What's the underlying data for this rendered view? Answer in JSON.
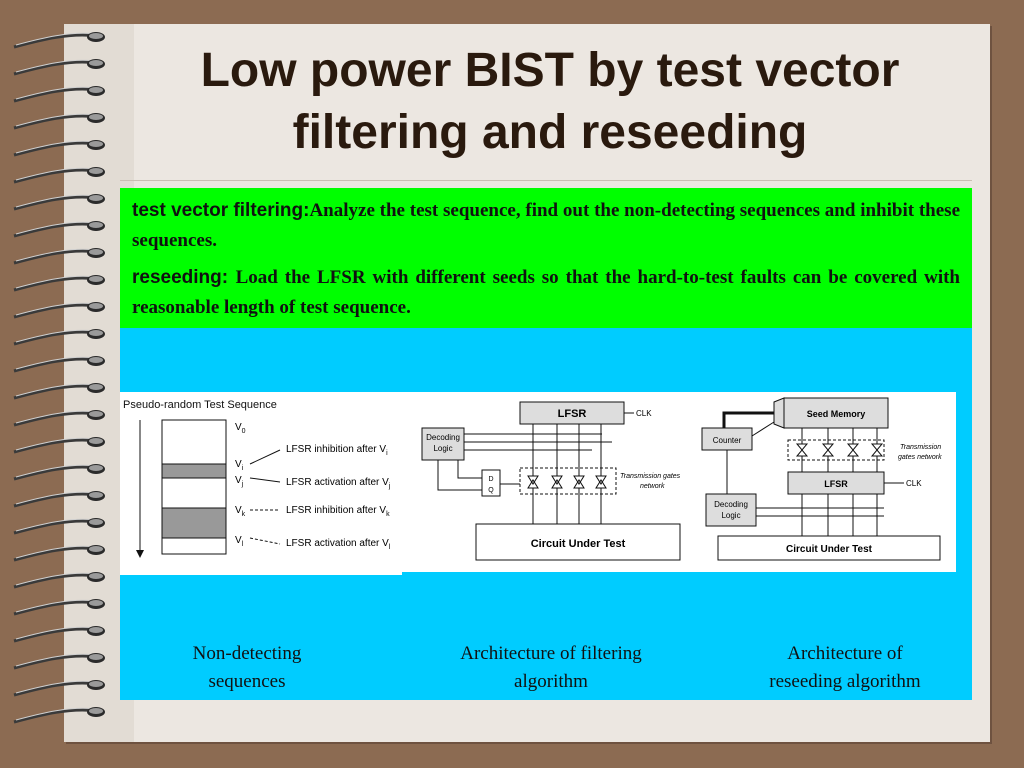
{
  "slide": {
    "title_line1": "Low power BIST by test vector",
    "title_line2": "filtering and reseeding"
  },
  "points": [
    {
      "term": "test vector filtering:",
      "text": "Analyze the test sequence, find out the non-detecting sequences and inhibit these sequences."
    },
    {
      "term": "reseeding: ",
      "text": "Load the LFSR with different seeds so that the hard-to-test faults can be covered with reasonable length of test sequence."
    }
  ],
  "figure1": {
    "heading": "Pseudo-random Test Sequence",
    "v0": "V",
    "v0_sub": "0",
    "vi": "V",
    "vi_sub": "i",
    "vj": "V",
    "vj_sub": "j",
    "vk": "V",
    "vk_sub": "k",
    "vl": "V",
    "vl_sub": "l",
    "label_i": "LFSR inhibition after V",
    "label_i_sub": "i",
    "label_j": "LFSR activation after V",
    "label_j_sub": "j",
    "label_k": "LFSR inhibition after V",
    "label_k_sub": "k",
    "label_l": "LFSR activation after V",
    "label_l_sub": "l"
  },
  "figure2": {
    "lfsr": "LFSR",
    "clk": "CLK",
    "decoding_line1": "Decoding",
    "decoding_line2": "Logic",
    "dff_d": "D",
    "dff_q": "Q",
    "tg_line1": "Transmission gates",
    "tg_line2": "network",
    "cut": "Circuit Under Test"
  },
  "figure3": {
    "seed_memory": "Seed Memory",
    "counter": "Counter",
    "tg_line1": "Transmission",
    "tg_line2": "gates network",
    "lfsr": "LFSR",
    "clk": "CLK",
    "decoding_line1": "Decoding",
    "decoding_line2": "Logic",
    "cut": "Circuit Under Test"
  },
  "captions": {
    "c1_line1": "Non-detecting",
    "c1_line2": "sequences",
    "c2_line1": "Architecture of filtering",
    "c2_line2": "algorithm",
    "c3_line1": "Architecture of",
    "c3_line2": "reseeding algorithm"
  },
  "colors": {
    "background": "#8c6b52",
    "paper": "#ece7e1",
    "title": "#2a1a0e",
    "definition_box": "#00ff00",
    "figure_panel": "#00ccff"
  },
  "decor": {
    "binding": "spiral-binding"
  }
}
